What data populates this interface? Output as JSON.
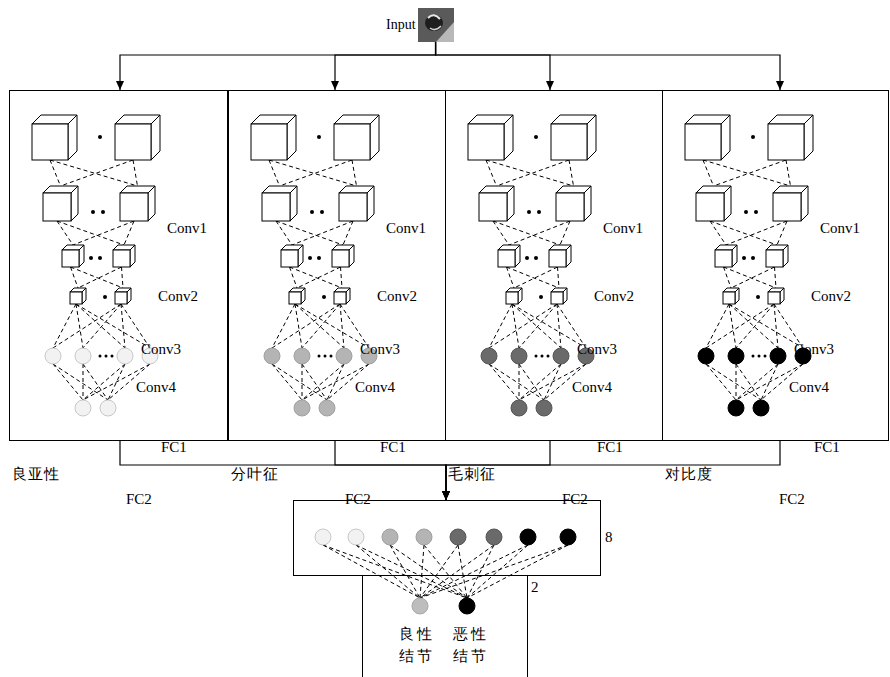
{
  "diagram": {
    "nodes": [
      {
        "text": [
          "Input"
        ]
      },
      {
        "text": [
          "Conv1",
          "Conv2",
          "Conv3",
          "Conv4",
          "FC1",
          "良亚性",
          "FC2"
        ]
      },
      {
        "text": [
          "Conv1",
          "Conv2",
          "Conv3",
          "Conv4",
          "FC1",
          "分叶征",
          "FC2"
        ]
      },
      {
        "text": [
          "Conv1",
          "Conv2",
          "Conv3",
          "Conv4",
          "FC1",
          "毛刺征",
          "FC2"
        ]
      },
      {
        "text": [
          "Conv1",
          "Conv2",
          "Conv3",
          "Conv4",
          "FC1",
          "对比度",
          "FC2"
        ]
      },
      {
        "text": [
          "8"
        ]
      },
      {
        "text": [
          "2",
          "良性 结节",
          "恶性 结节"
        ]
      }
    ],
    "edges": [
      {
        "from": 0,
        "to": 1,
        "arrow": "to"
      },
      {
        "from": 0,
        "to": 2,
        "arrow": "to"
      },
      {
        "from": 0,
        "to": 3,
        "arrow": "to"
      },
      {
        "from": 0,
        "to": 4,
        "arrow": "to"
      },
      {
        "from": 1,
        "to": 5,
        "arrow": "to"
      },
      {
        "from": 2,
        "to": 5,
        "arrow": "to"
      },
      {
        "from": 3,
        "to": 5,
        "arrow": "to"
      },
      {
        "from": 4,
        "to": 5,
        "arrow": "to"
      }
    ]
  }
}
